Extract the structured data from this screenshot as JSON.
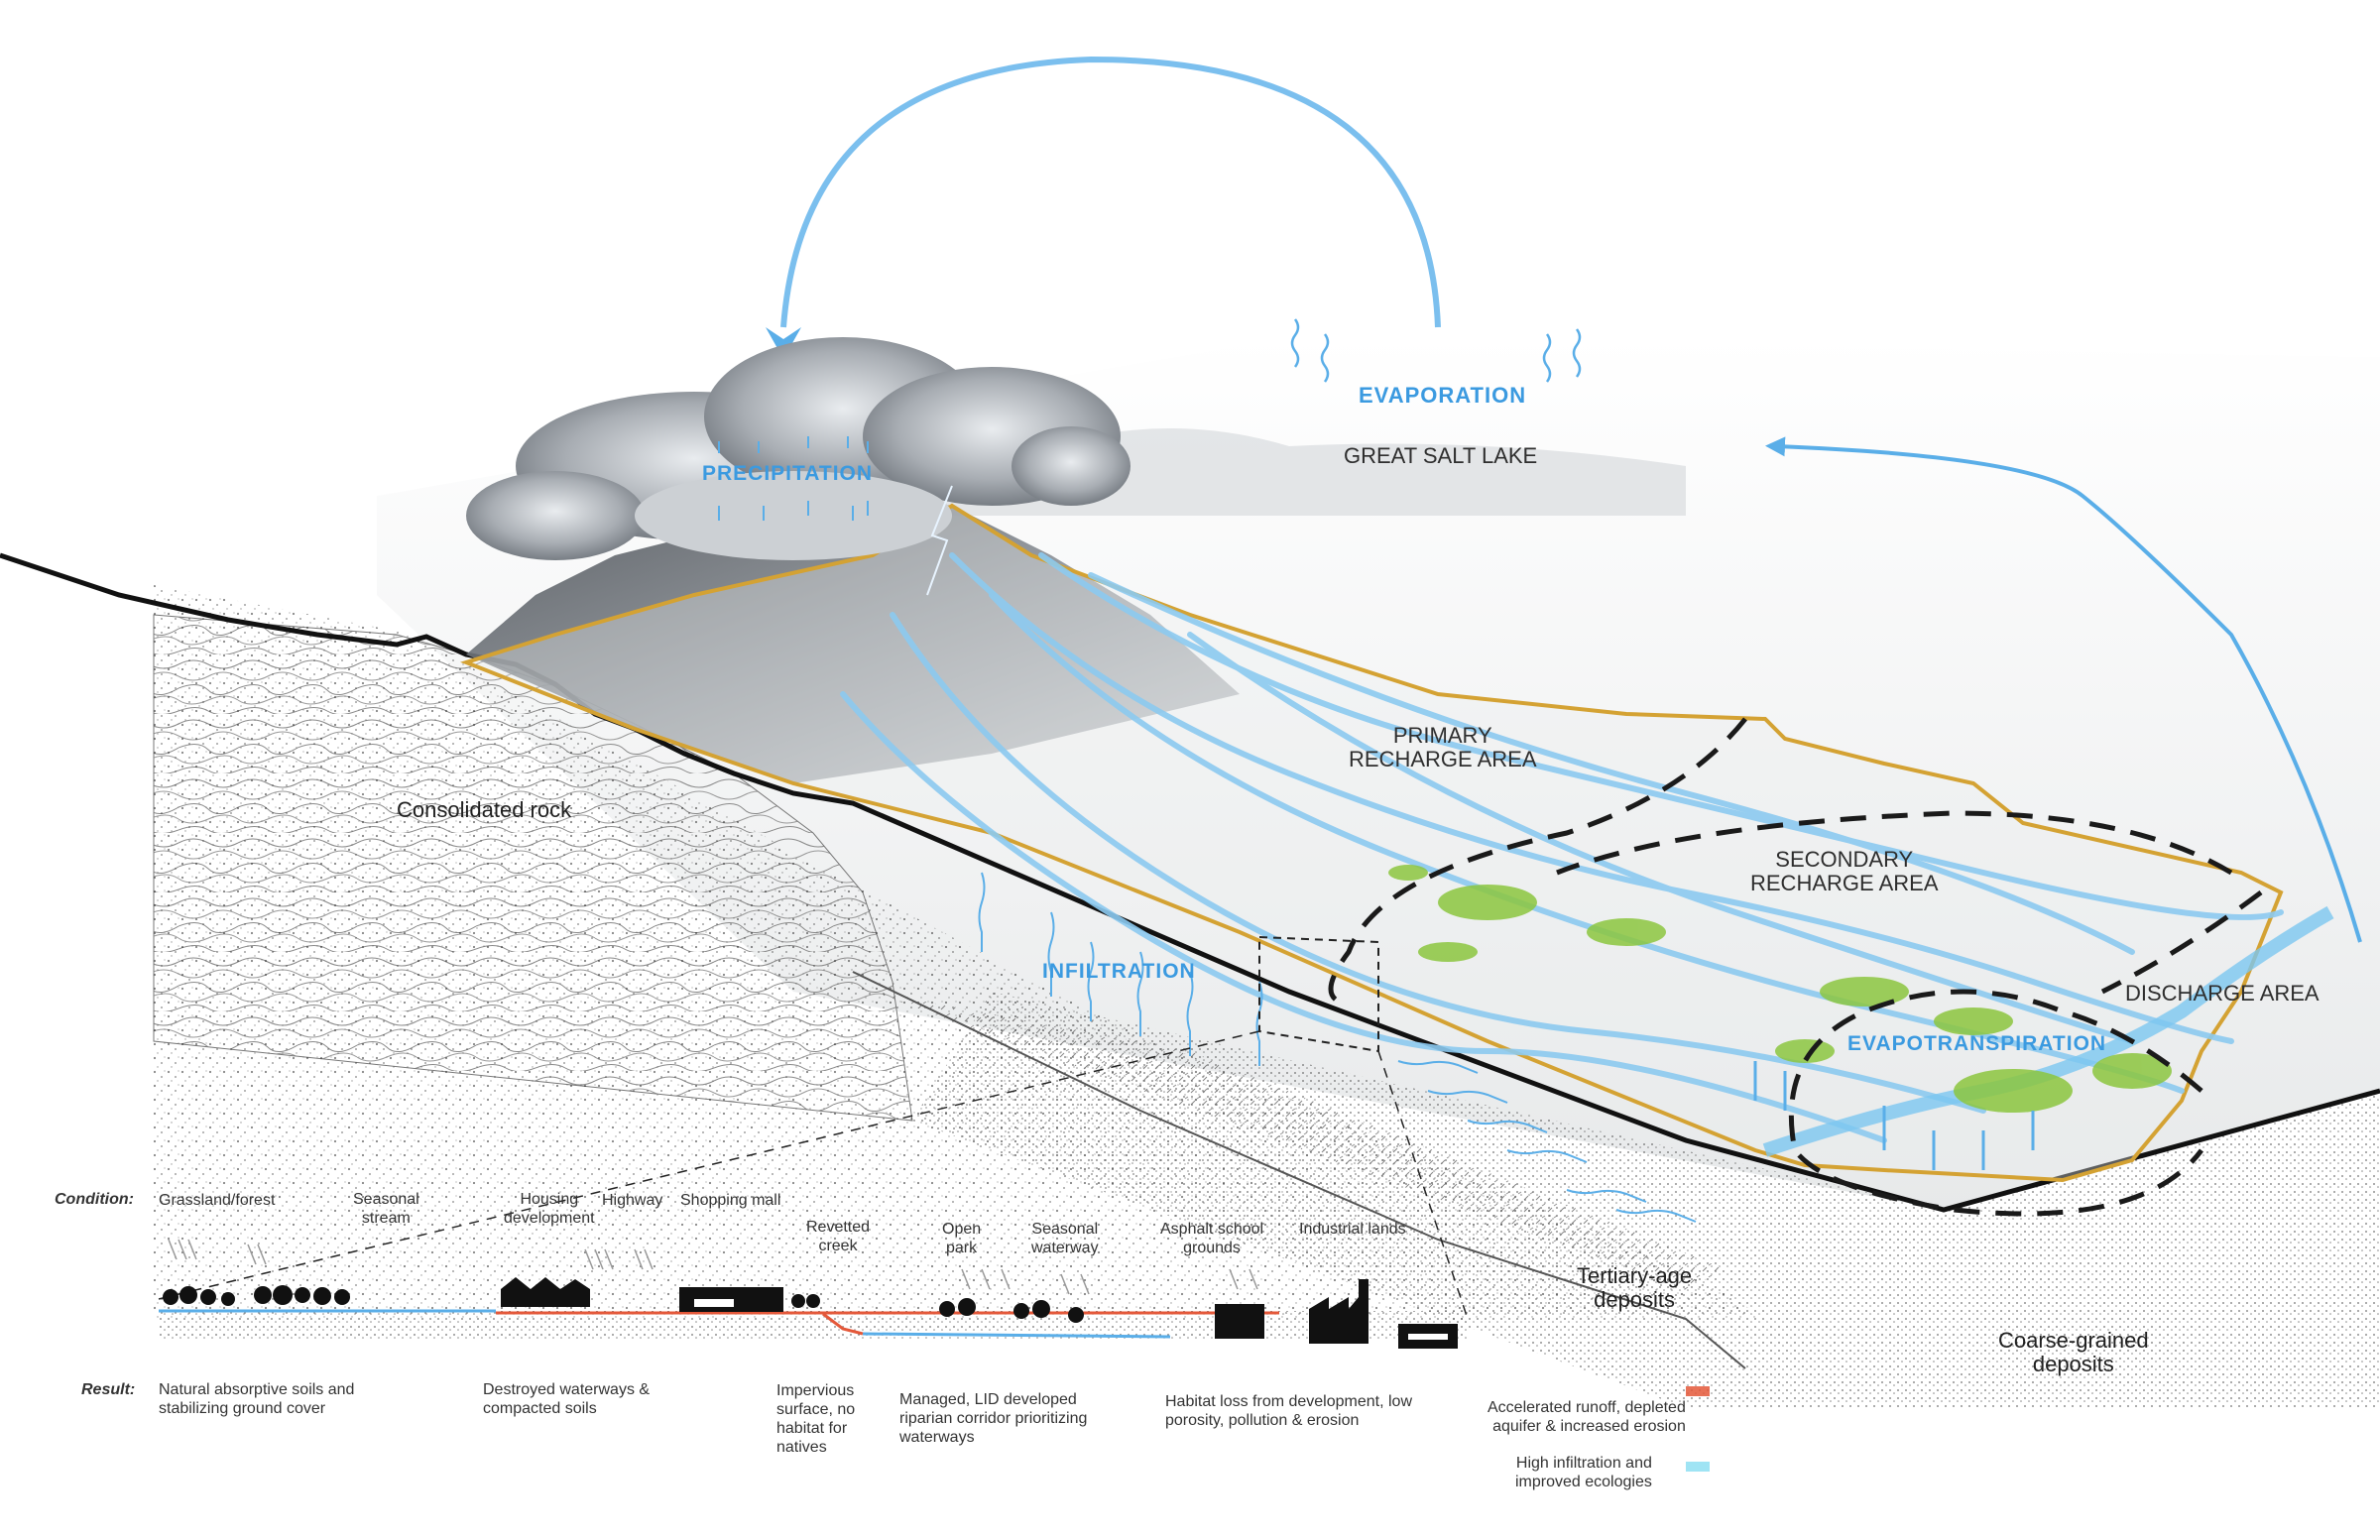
{
  "labels": {
    "evaporation": "EVAPORATION",
    "precipitation": "PRECIPITATION",
    "great_salt_lake": "GREAT SALT LAKE",
    "primary_recharge": [
      "PRIMARY",
      "RECHARGE AREA"
    ],
    "secondary_recharge": [
      "SECONDARY",
      "RECHARGE AREA"
    ],
    "discharge_area": "DISCHARGE AREA",
    "evapotranspiration": "EVAPOTRANSPIRATION",
    "infiltration": "INFILTRATION",
    "consolidated_rock": "Consolidated rock",
    "tertiary": [
      "Tertiary-age",
      "deposits"
    ],
    "coarse": [
      "Coarse-grained",
      "deposits"
    ]
  },
  "section": {
    "condition_label": "Condition:",
    "result_label": "Result:",
    "conditions": {
      "grassland": "Grassland/forest",
      "seasonal_stream": [
        "Seasonal",
        "stream"
      ],
      "housing": [
        "Housing",
        "development"
      ],
      "highway": "Highway",
      "shopping_mall": "Shopping mall",
      "revetted_creek": [
        "Revetted",
        "creek"
      ],
      "open_park": [
        "Open",
        "park"
      ],
      "seasonal_waterway": [
        "Seasonal",
        "waterway"
      ],
      "asphalt_school": [
        "Asphalt school",
        "grounds"
      ],
      "industrial": "Industrial lands"
    },
    "results": {
      "natural": [
        "Natural absorptive soils and",
        "stabilizing ground cover"
      ],
      "destroyed": [
        "Destroyed waterways &",
        "compacted soils"
      ],
      "impervious": [
        "Impervious",
        "surface, no",
        "habitat for",
        "natives"
      ],
      "managed": [
        "Managed, LID developed",
        "riparian corridor prioritizing",
        "waterways"
      ],
      "habitat_loss": [
        "Habitat loss from development, low",
        "porosity, pollution & erosion"
      ]
    }
  },
  "legend": {
    "runoff": [
      "Accelerated runoff, depleted",
      "aquifer & increased erosion"
    ],
    "infiltration": [
      "High infiltration and",
      "improved ecologies"
    ]
  },
  "colors": {
    "water": "#5aaee8",
    "water_light": "#9fd3f4",
    "boundary": "#d4a233",
    "green": "#8cc63f",
    "runoff": "#e4583a",
    "dashed": "#1a1a1a"
  }
}
